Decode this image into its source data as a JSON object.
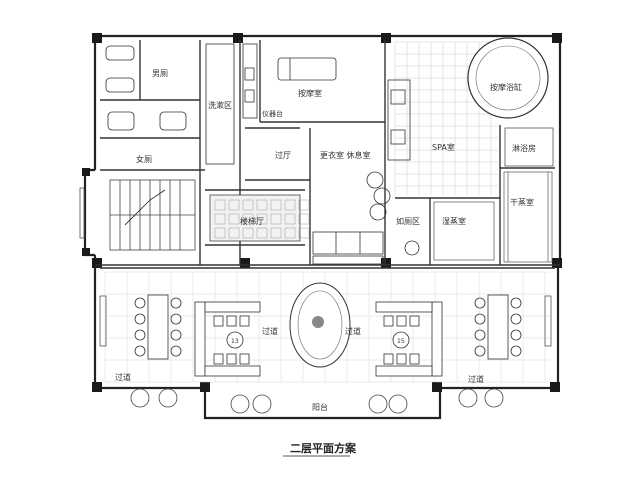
{
  "title": "二层平面方案",
  "rooms": {
    "mens_toilet": "男厕",
    "womens_toilet": "女厕",
    "wash_area": "洗漱区",
    "massage_room": "按摩室",
    "instrument_counter": "仪器台",
    "massage_tub": "按摩浴缸",
    "shower_room": "淋浴房",
    "spa_room": "SPA室",
    "corridor_hall": "过厅",
    "changing_rest": "更衣室 休息室",
    "stair_hall": "楼梯厅",
    "toilet_area": "如厕区",
    "wet_steam": "湿蒸室",
    "dry_steam": "干蒸室",
    "aisle": "过道",
    "balcony": "阳台"
  },
  "booth_numbers": [
    "13",
    "15"
  ],
  "colors": {
    "wall": "#1a1a1a",
    "line": "#444444",
    "accent": "#666666"
  }
}
